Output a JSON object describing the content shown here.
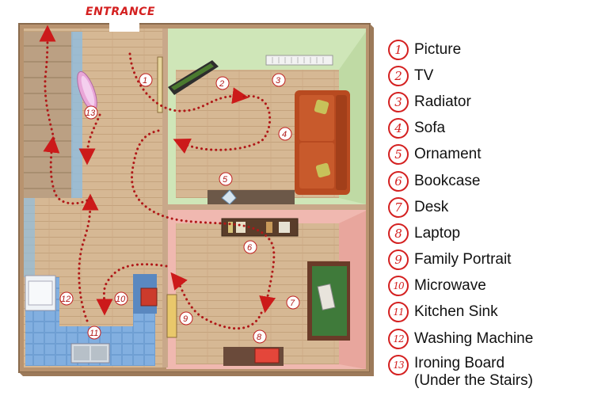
{
  "entrance_label": "ENTRANCE",
  "legend": [
    {
      "num": "1",
      "label": "Picture"
    },
    {
      "num": "2",
      "label": "TV"
    },
    {
      "num": "3",
      "label": "Radiator"
    },
    {
      "num": "4",
      "label": "Sofa"
    },
    {
      "num": "5",
      "label": "Ornament"
    },
    {
      "num": "6",
      "label": "Bookcase"
    },
    {
      "num": "7",
      "label": "Desk"
    },
    {
      "num": "8",
      "label": "Laptop"
    },
    {
      "num": "9",
      "label": "Family Portrait"
    },
    {
      "num": "10",
      "label": "Microwave"
    },
    {
      "num": "11",
      "label": "Kitchen Sink"
    },
    {
      "num": "12",
      "label": "Washing Machine"
    },
    {
      "num": "13",
      "label": "Ironing Board",
      "label2": "(Under the Stairs)"
    }
  ],
  "colors": {
    "wall": "#c9a88a",
    "floor": "#d4b795",
    "living_wall": "#cfe6b8",
    "study_wall": "#f0b8b0",
    "kitchen_floor": "#7aa6d6",
    "sofa": "#c4552a",
    "desk": "#3f7a3a",
    "path": "#b01818"
  }
}
